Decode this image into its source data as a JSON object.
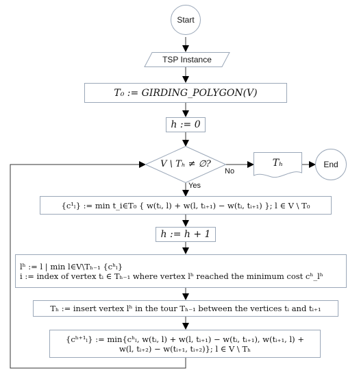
{
  "nodes": {
    "start": "Start",
    "tsp_instance": "TSP Instance",
    "t0_init": "T₀ := GIRDING_POLYGON(V)",
    "h_init": "h := 0",
    "condition": "V \\ Tₕ ≠ ∅?",
    "output_th": "Tₕ",
    "end": "End",
    "init_costs": "{c¹ₗ} := min t_i∈T₀ { w(tᵢ, l) + w(l, tᵢ₊₁) − w(tᵢ, tᵢ₊₁) };  l ∈ V \\ T₀",
    "h_increment": "h := h + 1",
    "select_line1": "lʰ := l | min l∈V\\Tₕ₋₁ {cʰₗ}",
    "select_line2": "i := index of vertex tᵢ ∈ Tₕ₋₁ where vertex lʰ reached the minimum cost cʰ_lʰ",
    "insert_vertex": "Tₕ := insert vertex lʰ in the tour Tₕ₋₁ between the vertices tᵢ and tᵢ₊₁",
    "update_line1": "{cʰ⁺¹ₗ} := min{cʰₗ, w(tᵢ, l) + w(l, tᵢ₊₁) − w(tᵢ, tᵢ₊₁), w(tᵢ₊₁, l) +",
    "update_line2": "w(l, tᵢ₊₂) − w(tᵢ₊₁, tᵢ₊₂)};  l ∈ V \\ Tₕ"
  },
  "edge_labels": {
    "no": "No",
    "yes": "Yes"
  },
  "colors": {
    "node_border": "#9aa7b8",
    "arrow": "#000000",
    "line": "#333333"
  }
}
